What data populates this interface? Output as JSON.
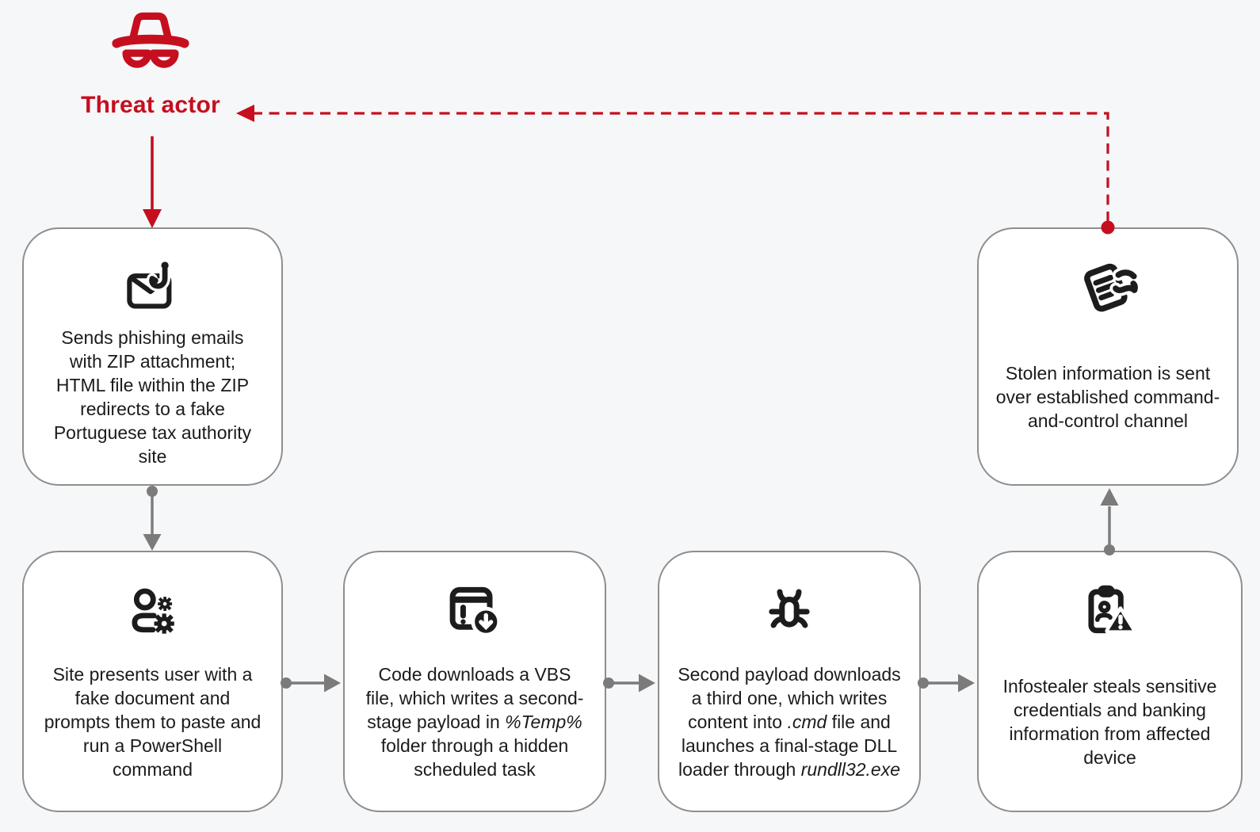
{
  "colors": {
    "accent_red": "#c50f1f",
    "connector_gray": "#7b7b7b",
    "box_border": "#8e8e8e",
    "box_fill": "#ffffff",
    "text_color": "#1b1b1b",
    "background": "#f6f7f9",
    "icon_black": "#1c1c1c"
  },
  "threat_actor": {
    "label": "Threat actor",
    "icon": "incognito-spy-icon"
  },
  "boxes": {
    "phishing_email": {
      "icon": "phishing-email-hook-icon",
      "segments": [
        {
          "text": "Sends phishing emails with ZIP attachment; HTML file within the ZIP redirects to a fake Portuguese tax authority site",
          "italic": false
        }
      ]
    },
    "fake_site": {
      "icon": "user-gears-icon",
      "segments": [
        {
          "text": "Site presents user with a fake document and prompts them to paste and run a PowerShell command",
          "italic": false
        }
      ]
    },
    "vbs_download": {
      "icon": "window-alert-download-icon",
      "segments": [
        {
          "text": "Code downloads a VBS file, which writes a second-stage payload in ",
          "italic": false
        },
        {
          "text": "%Temp%",
          "italic": true
        },
        {
          "text": " folder through a hidden scheduled task",
          "italic": false
        }
      ]
    },
    "third_payload": {
      "icon": "bug-icon",
      "segments": [
        {
          "text": "Second payload downloads a third one, which writes content into ",
          "italic": false
        },
        {
          "text": ".cmd",
          "italic": true
        },
        {
          "text": " file and launches a final-stage DLL loader through ",
          "italic": false
        },
        {
          "text": "rundll32.exe",
          "italic": true
        }
      ]
    },
    "infostealer": {
      "icon": "clipboard-warning-icon",
      "segments": [
        {
          "text": "Infostealer steals sensitive credentials and banking information from affected device",
          "italic": false
        }
      ]
    },
    "exfiltration": {
      "icon": "document-grab-icon",
      "segments": [
        {
          "text": "Stolen information is sent over established command-and-control channel",
          "italic": false
        }
      ]
    }
  },
  "flow": [
    {
      "from": "threat-actor",
      "to": "phishing-email",
      "style": "solid-red-arrow"
    },
    {
      "from": "phishing-email",
      "to": "fake-site",
      "style": "solid-gray-arrow"
    },
    {
      "from": "fake-site",
      "to": "vbs-download",
      "style": "solid-gray-arrow"
    },
    {
      "from": "vbs-download",
      "to": "third-payload",
      "style": "solid-gray-arrow"
    },
    {
      "from": "third-payload",
      "to": "infostealer",
      "style": "solid-gray-arrow"
    },
    {
      "from": "infostealer",
      "to": "exfiltration",
      "style": "solid-gray-arrow"
    },
    {
      "from": "exfiltration",
      "to": "threat-actor",
      "style": "dashed-red-arrow"
    }
  ]
}
